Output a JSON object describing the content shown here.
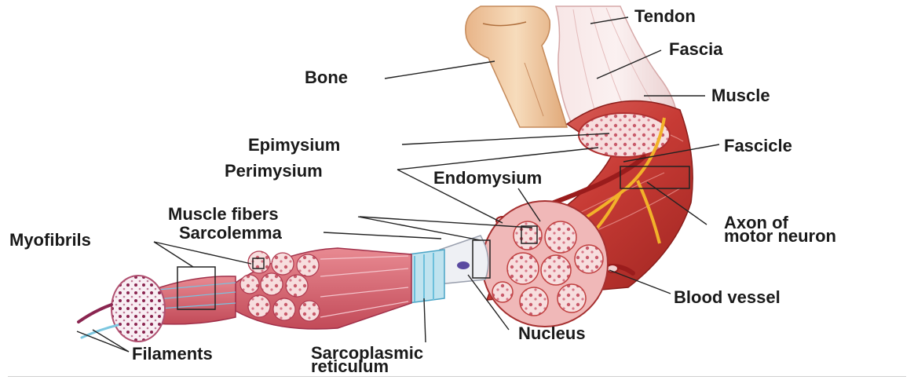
{
  "labels": {
    "tendon": "Tendon",
    "fascia": "Fascia",
    "bone": "Bone",
    "muscle": "Muscle",
    "epimysium": "Epimysium",
    "fascicle": "Fascicle",
    "perimysium": "Perimysium",
    "endomysium": "Endomysium",
    "muscle_fibers": "Muscle fibers",
    "axon_line1": "Axon of",
    "axon_line2": "motor neuron",
    "myofibrils": "Myofibrils",
    "sarcolemma": "Sarcolemma",
    "blood_vessel": "Blood vessel",
    "nucleus": "Nucleus",
    "filaments": "Filaments",
    "sr_line1": "Sarcoplasmic",
    "sr_line2": "reticulum"
  },
  "colors": {
    "bone": "#f3cfa6",
    "tendon": "#f4dede",
    "muscle": "#c9403a",
    "fascicle_face": "#f6c6c6",
    "nerve": "#f2b22a",
    "vessel": "#9a1c1c",
    "filaments_face": "#f6e4ec",
    "reticulum": "#7cc7e0"
  }
}
